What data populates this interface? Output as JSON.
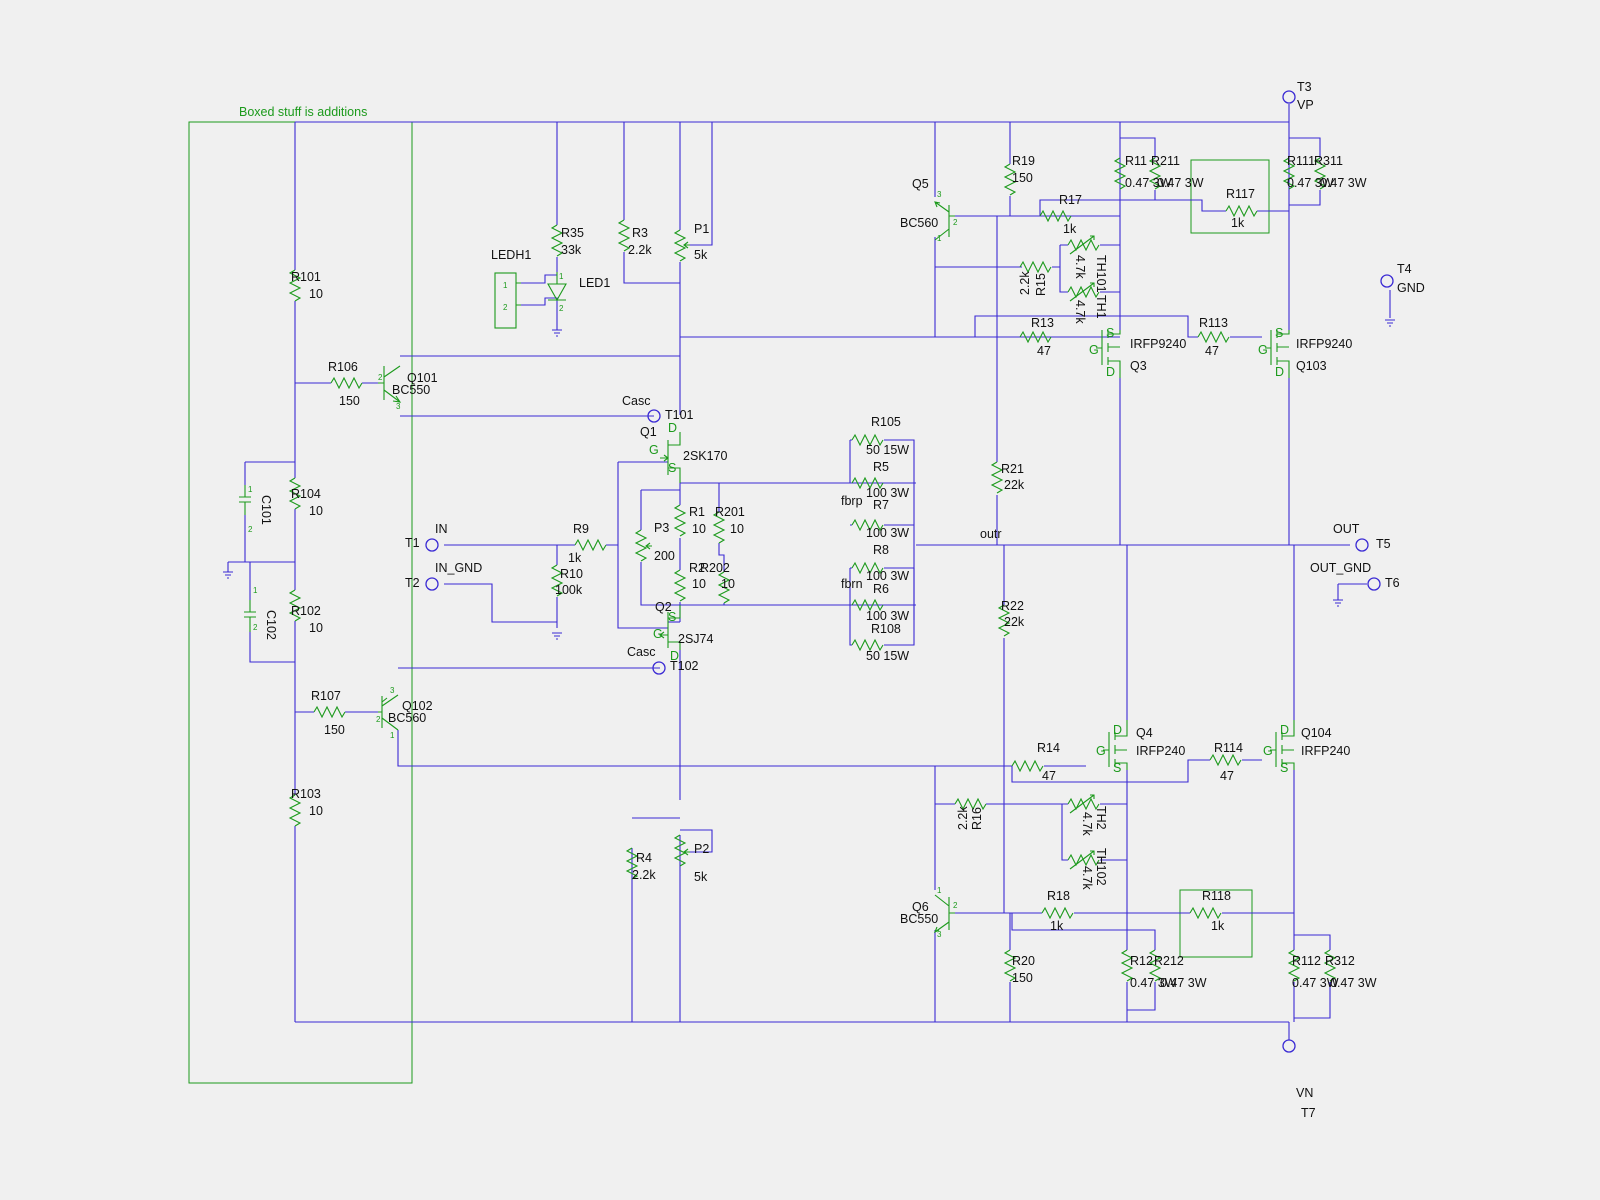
{
  "note": "Boxed stuff is additions",
  "terminals": {
    "t1": {
      "ref": "T1",
      "net": "IN"
    },
    "t2": {
      "ref": "T2",
      "net": "IN_GND"
    },
    "t3": {
      "ref": "T3",
      "net": "VP"
    },
    "t4": {
      "ref": "T4",
      "net": "GND"
    },
    "t5": {
      "ref": "T5",
      "net": "OUT"
    },
    "t6": {
      "ref": "T6",
      "net": "OUT_GND"
    },
    "t7": {
      "ref": "T7",
      "net": "VN"
    },
    "t101": {
      "ref": "T101",
      "net": "Casc"
    },
    "t102": {
      "ref": "T102",
      "net": "Casc"
    }
  },
  "nets": {
    "fbrp": "fbrp",
    "fbrn": "fbrn",
    "outr": "outr"
  },
  "resistors": {
    "r101": {
      "ref": "R101",
      "value": "10"
    },
    "r104": {
      "ref": "R104",
      "value": "10"
    },
    "r102": {
      "ref": "R102",
      "value": "10"
    },
    "r103": {
      "ref": "R103",
      "value": "10"
    },
    "r106": {
      "ref": "R106",
      "value": "150"
    },
    "r107": {
      "ref": "R107",
      "value": "150"
    },
    "r35": {
      "ref": "R35",
      "value": "33k"
    },
    "r3": {
      "ref": "R3",
      "value": "2.2k"
    },
    "r4": {
      "ref": "R4",
      "value": "2.2k"
    },
    "r9": {
      "ref": "R9",
      "value": "1k"
    },
    "r10": {
      "ref": "R10",
      "value": "100k"
    },
    "r1": {
      "ref": "R1",
      "value": "10"
    },
    "r201": {
      "ref": "R201",
      "value": "10"
    },
    "r2": {
      "ref": "R2",
      "value": "10"
    },
    "r202": {
      "ref": "R202",
      "value": "10"
    },
    "r105": {
      "ref": "R105",
      "value": "50 15W"
    },
    "r5": {
      "ref": "R5",
      "value": "100 3W"
    },
    "r7": {
      "ref": "R7",
      "value": "100 3W"
    },
    "r8": {
      "ref": "R8",
      "value": "100 3W"
    },
    "r6": {
      "ref": "R6",
      "value": "100 3W"
    },
    "r108": {
      "ref": "R108",
      "value": "50 15W"
    },
    "r19": {
      "ref": "R19",
      "value": "150"
    },
    "r20": {
      "ref": "R20",
      "value": "150"
    },
    "r17": {
      "ref": "R17",
      "value": "1k"
    },
    "r18": {
      "ref": "R18",
      "value": "1k"
    },
    "r15": {
      "ref": "R15",
      "value": "2.2k"
    },
    "r16": {
      "ref": "R16",
      "value": "2.2k"
    },
    "r13": {
      "ref": "R13",
      "value": "47"
    },
    "r14": {
      "ref": "R14",
      "value": "47"
    },
    "r113": {
      "ref": "R113",
      "value": "47"
    },
    "r114": {
      "ref": "R114",
      "value": "47"
    },
    "r21": {
      "ref": "R21",
      "value": "22k"
    },
    "r22": {
      "ref": "R22",
      "value": "22k"
    },
    "r11": {
      "ref": "R11",
      "value": "0.47 3W"
    },
    "r211": {
      "ref": "R211",
      "value": "0.47 3W"
    },
    "r111": {
      "ref": "R111",
      "value": "0.47 3W"
    },
    "r311": {
      "ref": "R311",
      "value": "0.47 3W"
    },
    "r117": {
      "ref": "R117",
      "value": "1k"
    },
    "r118": {
      "ref": "R118",
      "value": "1k"
    },
    "r12": {
      "ref": "R12",
      "value": "0.47 3W"
    },
    "r212": {
      "ref": "R212",
      "value": "0.47 3W"
    },
    "r112": {
      "ref": "R112",
      "value": "0.47 3W"
    },
    "r312": {
      "ref": "R312",
      "value": "0.47 3W"
    }
  },
  "pots": {
    "p1": {
      "ref": "P1",
      "value": "5k"
    },
    "p2": {
      "ref": "P2",
      "value": "5k"
    },
    "p3": {
      "ref": "P3",
      "value": "200"
    }
  },
  "thermistors": {
    "th101": {
      "ref": "TH101",
      "value": "4.7k"
    },
    "th1": {
      "ref": "TH1",
      "value": "4.7k"
    },
    "th2": {
      "ref": "TH2",
      "value": "4.7k"
    },
    "th102": {
      "ref": "TH102",
      "value": "4.7k"
    }
  },
  "capacitors": {
    "c101": {
      "ref": "C101"
    },
    "c102": {
      "ref": "C102"
    }
  },
  "transistors": {
    "q101": {
      "ref": "Q101",
      "part": "BC550"
    },
    "q102": {
      "ref": "Q102",
      "part": "BC560"
    },
    "q1": {
      "ref": "Q1",
      "part": "2SK170"
    },
    "q2": {
      "ref": "Q2",
      "part": "2SJ74"
    },
    "q5": {
      "ref": "Q5",
      "part": "BC560"
    },
    "q6": {
      "ref": "Q6",
      "part": "BC550"
    },
    "q3": {
      "ref": "Q3",
      "part": "IRFP9240"
    },
    "q103": {
      "ref": "Q103",
      "part": "IRFP9240"
    },
    "q4": {
      "ref": "Q4",
      "part": "IRFP240"
    },
    "q104": {
      "ref": "Q104",
      "part": "IRFP240"
    }
  },
  "led": {
    "ref": "LED1",
    "header": "LEDH1"
  },
  "pins": {
    "p1": "1",
    "p2": "2",
    "p3": "3"
  },
  "fet_pins": {
    "gate": "G",
    "drain": "D",
    "source": "S"
  },
  "colors": {
    "wire": "#3a2ad4",
    "component": "#1c9a1c",
    "text": "#111111",
    "background": "#f0f0f0"
  }
}
